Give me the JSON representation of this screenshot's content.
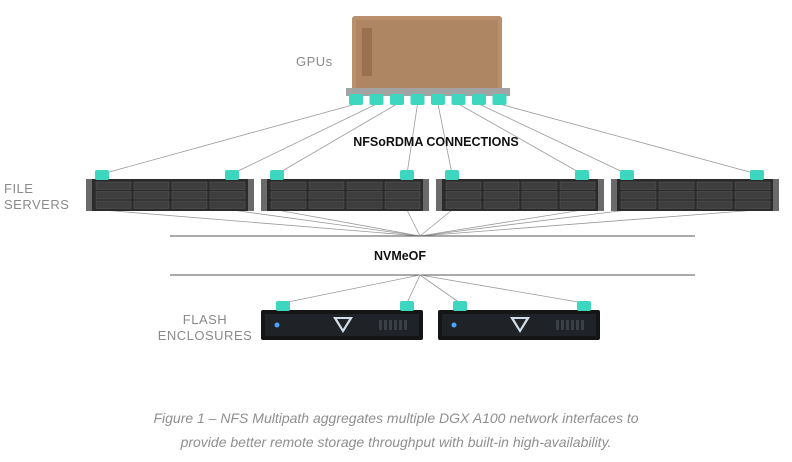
{
  "labels": {
    "gpus": "GPUs",
    "nfs_connections": "NFSoRDMA CONNECTIONS",
    "file_servers_line1": "FILE",
    "file_servers_line2": "SERVERS",
    "nvmeof": "NVMeOF",
    "flash_line1": "FLASH",
    "flash_line2": "ENCLOSURES"
  },
  "caption": {
    "line1": "Figure 1 – NFS Multipath aggregates multiple DGX A100 network interfaces to",
    "line2": "provide better remote storage throughput with built-in high-availability."
  },
  "colors": {
    "connector": "#3dd6bf",
    "gpu_body": "#b98f6c",
    "server_body": "#2b2b2b",
    "enclosure_body": "#151515",
    "line": "#888888"
  },
  "counts": {
    "gpu_ports": 8,
    "file_servers": 4,
    "flash_enclosures": 2
  }
}
